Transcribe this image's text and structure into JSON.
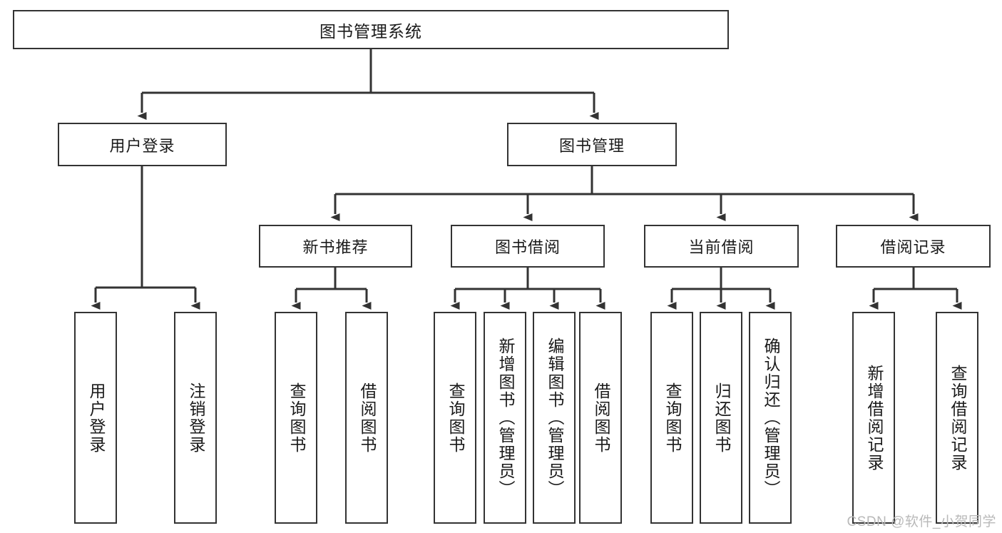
{
  "diagram": {
    "type": "tree",
    "title": "图书管理系统",
    "style": {
      "box_border_color": "#333333",
      "box_fill_color": "#ffffff",
      "line_color": "#333333",
      "text_color": "#1a1a1a",
      "background": "#ffffff"
    },
    "root": {
      "label": "图书管理系统"
    },
    "level2": [
      {
        "label": "用户登录"
      },
      {
        "label": "图书管理"
      }
    ],
    "level3": [
      {
        "label": "新书推荐"
      },
      {
        "label": "图书借阅"
      },
      {
        "label": "当前借阅"
      },
      {
        "label": "借阅记录"
      }
    ],
    "leaves": {
      "user_login": [
        {
          "label": "用户登录"
        },
        {
          "label": "注销登录"
        }
      ],
      "new_book_recommend": [
        {
          "label": "查询图书"
        },
        {
          "label": "借阅图书"
        }
      ],
      "book_borrow": [
        {
          "label": "查询图书"
        },
        {
          "label": "新增图书（管理员）"
        },
        {
          "label": "编辑图书（管理员）"
        },
        {
          "label": "借阅图书"
        }
      ],
      "current_borrow": [
        {
          "label": "查询图书"
        },
        {
          "label": "归还图书"
        },
        {
          "label": "确认归还（管理员）"
        }
      ],
      "borrow_record": [
        {
          "label": "新增借阅记录"
        },
        {
          "label": "查询借阅记录"
        }
      ]
    }
  },
  "watermark": {
    "text": "CSDN @软件_小贺同学"
  }
}
